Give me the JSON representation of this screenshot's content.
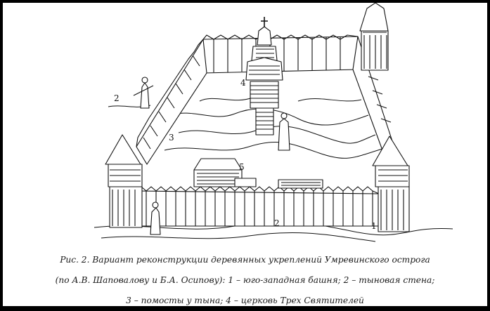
{
  "figure": {
    "labels": {
      "tower_sw": "1",
      "palisade_wall": "2",
      "walkways": "3",
      "church": "4",
      "extra_2": "2",
      "extra_5": "5"
    },
    "caption_lines": [
      "Рис. 2. Вариант реконструкции деревянных укреплений Умревинского острога",
      "(по А.В. Шаповалову и Б.А. Осипову): 1 – юго-западная башня; 2 – тыновая стена;",
      "3 – помосты у тына; 4 – церковь Трех Святителей"
    ]
  },
  "colors": {
    "ink": "#111111",
    "paper": "#ffffff",
    "border": "#000000"
  }
}
